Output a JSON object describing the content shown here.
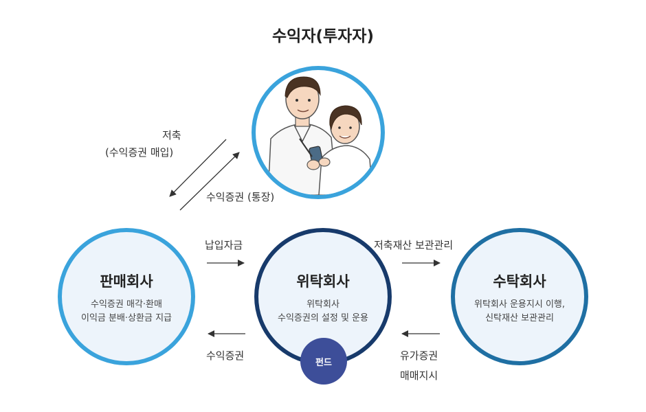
{
  "title": "수익자(투자자)",
  "labels": {
    "deposit_line1": "저축",
    "deposit_line2": "(수익증권 매입)",
    "certificate_passbook": "수익증권 (통장)",
    "payment": "납입자금",
    "custody": "저축재산 보관관리",
    "certificate_return": "수익증권",
    "securities_line1": "유가증권",
    "securities_line2": "매매지시"
  },
  "nodes": {
    "sales": {
      "name": "판매회사",
      "desc_line1": "수익증권 매각·환매",
      "desc_line2": "이익금 분배·상환금 지급"
    },
    "trust": {
      "name": "위탁회사",
      "desc_line1": "위탁회사",
      "desc_line2": "수익증권의 설정 및 운용"
    },
    "custodian": {
      "name": "수탁회사",
      "desc_line1": "위탁회사 운용지시 이행,",
      "desc_line2": "신탁재산 보관관리"
    },
    "fund": "펀드"
  },
  "colors": {
    "sales_ring": "#3aa3dc",
    "trust_ring": "#173a6b",
    "custodian_ring": "#1f6fa3",
    "investor_ring": "#3aa3dc",
    "fund_badge": "#3d4e99"
  },
  "icons": [
    "investors-illustration"
  ]
}
